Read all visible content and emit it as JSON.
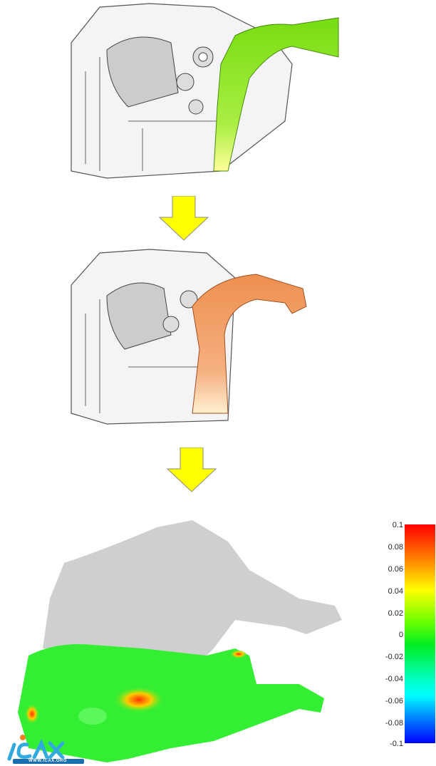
{
  "legend": {
    "ticks": [
      "0.1",
      "0.08",
      "0.06",
      "0.04",
      "0.02",
      "0",
      "-0.02",
      "-0.04",
      "-0.06",
      "-0.08",
      "-0.1"
    ],
    "colors": {
      "max": "#ff0000",
      "mid": "#00ee22",
      "min": "#0000ff"
    }
  },
  "logo": {
    "name": "ICAX",
    "url": "WWW.ICAX.ORG"
  },
  "colors": {
    "arrow": "#ffff00",
    "highlight_green": "#88dd22",
    "highlight_orange": "#f0a060",
    "reference_gray": "#cfcfcf"
  }
}
